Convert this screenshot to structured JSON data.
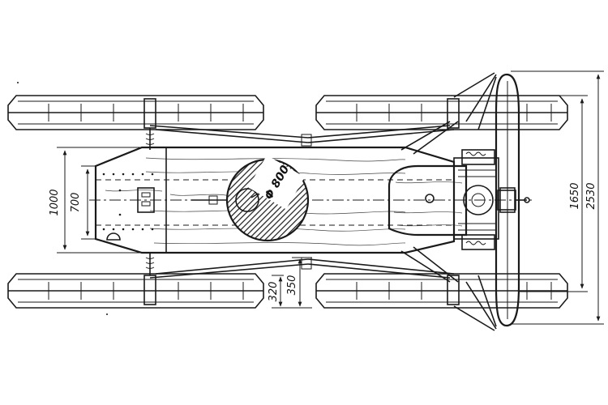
{
  "drawing": {
    "porthole_label": "Φ 800",
    "dimensions": {
      "hull_width": "1000",
      "hull_inner_width": "700",
      "ski_width": "320",
      "ski_offset": "350",
      "track_width": "1650",
      "overall_width": "2530"
    }
  },
  "colors": {
    "ink": "#1a1a1a",
    "paper": "#ffffff"
  }
}
